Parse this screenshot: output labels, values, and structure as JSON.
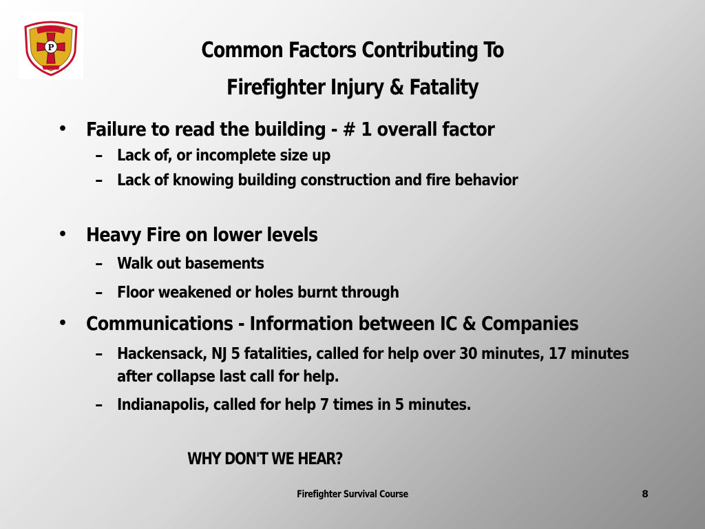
{
  "slide": {
    "title_line1": "Common Factors Contributing To",
    "title_line2": "Firefighter Injury & Fatality",
    "logo": {
      "icon": "fire-department-shield-logo",
      "letter": "P"
    },
    "items": [
      {
        "bullet": "•",
        "text": "Failure to read the building - # 1 overall factor",
        "subitems": [
          {
            "dash": "–",
            "text": "Lack of, or incomplete size up"
          },
          {
            "dash": "–",
            "text": "Lack of knowing building construction and fire behavior"
          }
        ]
      },
      {
        "bullet": "•",
        "text": "Heavy Fire on lower levels",
        "subitems": [
          {
            "dash": "–",
            "text": "Walk out basements"
          },
          {
            "dash": "–",
            "text": "Floor weakened or holes burnt through"
          }
        ]
      },
      {
        "bullet": "•",
        "text": "Communications - Information between IC & Companies",
        "subitems": [
          {
            "dash": "–",
            "text": "Hackensack, NJ  5 fatalities, called for help over 30 minutes, 17 minutes after collapse last call for help."
          },
          {
            "dash": "–",
            "text": "Indianapolis, called for help 7 times in 5 minutes."
          }
        ]
      }
    ],
    "emphasis": "WHY DON'T WE HEAR?",
    "footer": {
      "course": "Firefighter Survival Course",
      "page": "8"
    },
    "colors": {
      "shield_red": "#c8102e",
      "shield_gold": "#e0b020"
    }
  }
}
